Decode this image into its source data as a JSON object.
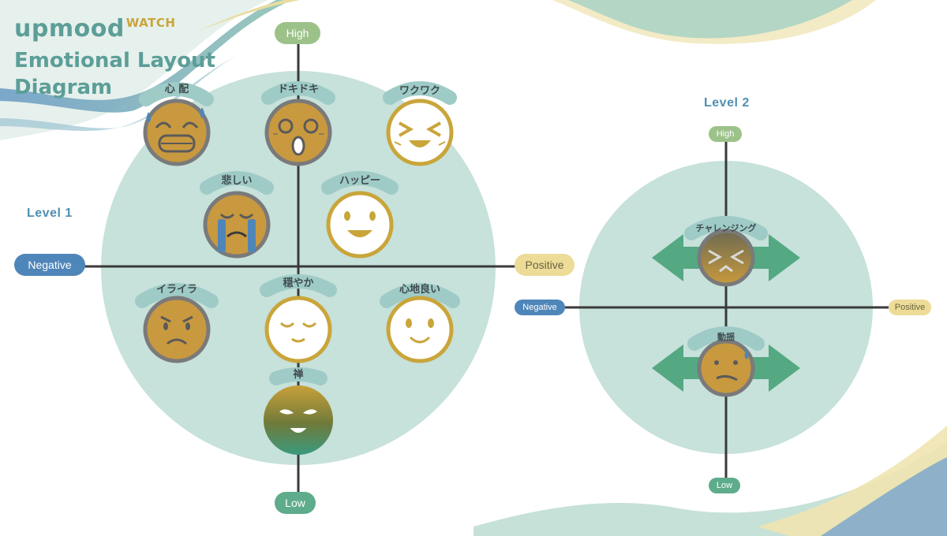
{
  "header": {
    "brand": "upmood",
    "brand_suffix": "WATCH",
    "title_line1": "Emotional Layout",
    "title_line2": "Diagram"
  },
  "colors": {
    "face_fill": "#c9993f",
    "face_ring_dark": "#7a7a7a",
    "face_ring_gold": "#c9a53a",
    "circle_bg": "#c7e1db",
    "axis_line": "#3a3a3a",
    "arrow": "#54a882"
  },
  "level1": {
    "label": "Level 1",
    "axis": {
      "high": "High",
      "low": "Low",
      "negative": "Negative",
      "positive": "Positive"
    },
    "emotions": {
      "shinpai": "心 配",
      "dokidoki": "ドキドキ",
      "wakuwaku": "ワクワク",
      "kanashii": "悲しい",
      "happy": "ハッピー",
      "iraira": "イライラ",
      "odayaka": "穏やか",
      "kokochiyoi": "心地良い",
      "zen": "禅"
    }
  },
  "level2": {
    "label": "Level 2",
    "axis": {
      "high": "High",
      "low": "Low",
      "negative": "Negative",
      "positive": "Positive"
    },
    "emotions": {
      "challenging": "チャレンジング",
      "douyou": "動揺"
    }
  }
}
